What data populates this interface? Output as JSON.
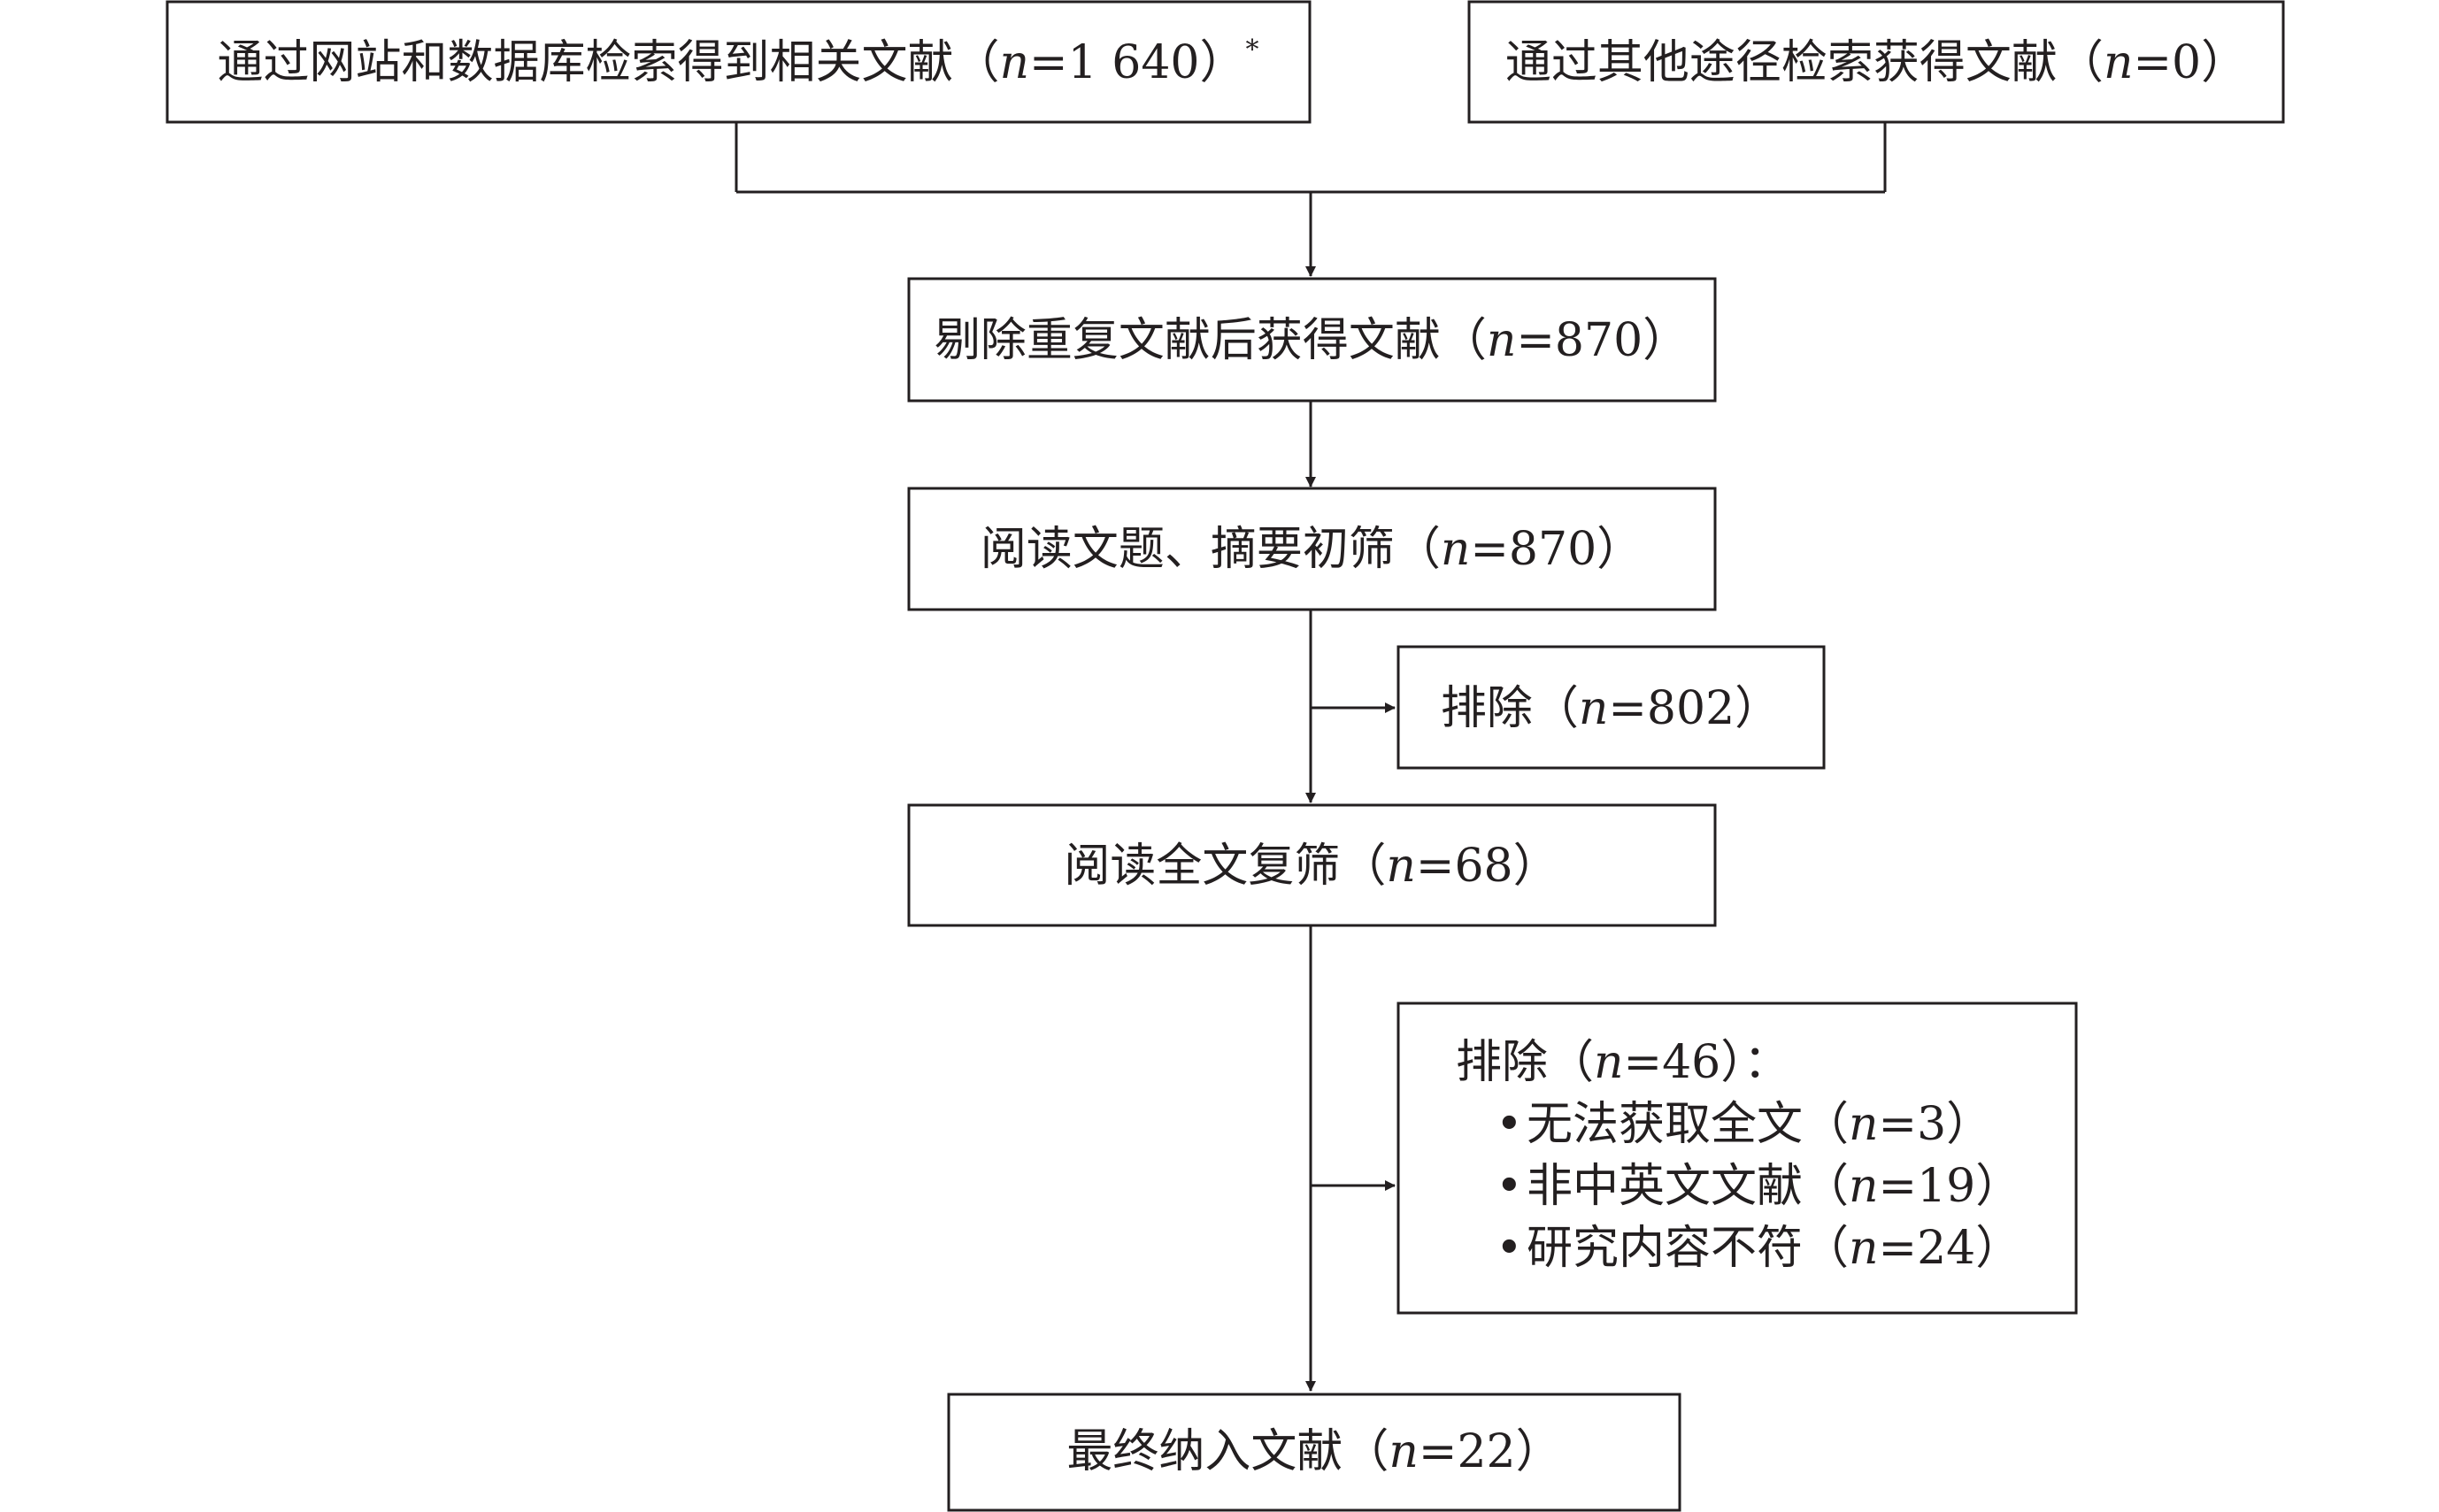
{
  "boxes": {
    "search_db": {
      "label": "通过网站和数据库检索得到相关文献",
      "open": "（",
      "n": "n",
      "eq": "=1 640）",
      "note_mark": "*"
    },
    "search_other": {
      "label": "通过其他途径检索获得文献",
      "open": "（",
      "n": "n",
      "eq": "=0）"
    },
    "dedup": {
      "label": "剔除重复文献后获得文献",
      "open": "（",
      "n": "n",
      "eq": "=870）"
    },
    "title_abstract": {
      "label": "阅读文题、摘要初筛",
      "open": "（",
      "n": "n",
      "eq": "=870）"
    },
    "excluded_1": {
      "label": "排除",
      "open": "（",
      "n": "n",
      "eq": "=802）"
    },
    "fulltext": {
      "label": "阅读全文复筛",
      "open": "（",
      "n": "n",
      "eq": "=68）"
    },
    "excluded_2": {
      "label": "排除",
      "open": "（",
      "n": "n",
      "eq": "=46）：",
      "bullet": "•",
      "items": [
        {
          "label": "无法获取全文",
          "open": "（",
          "n": "n",
          "eq": "=3）"
        },
        {
          "label": "非中英文文献",
          "open": "（",
          "n": "n",
          "eq": "=19）"
        },
        {
          "label": "研究内容不符",
          "open": "（",
          "n": "n",
          "eq": "=24）"
        }
      ]
    },
    "included": {
      "label": "最终纳入文献",
      "open": "（",
      "n": "n",
      "eq": "=22）"
    }
  },
  "colors": {
    "stroke": "#231f20",
    "background": "#ffffff"
  }
}
